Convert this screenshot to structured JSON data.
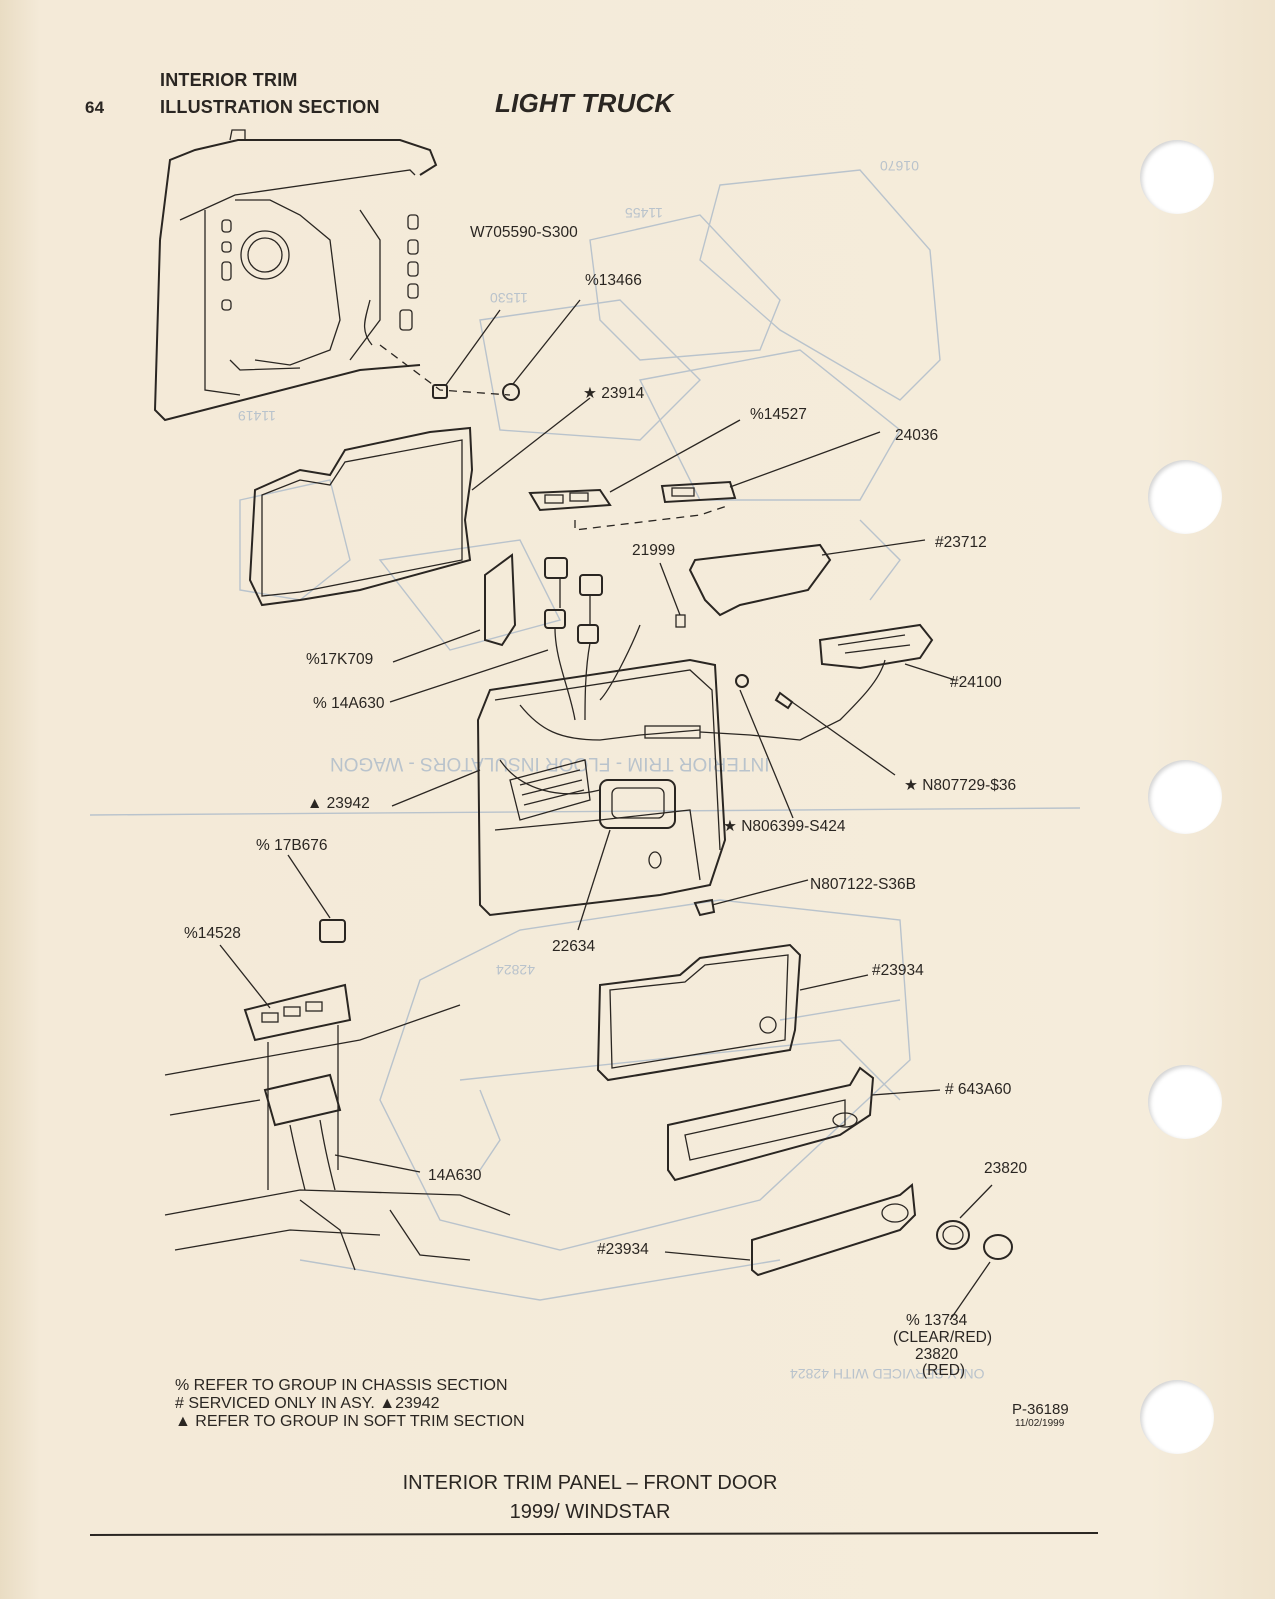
{
  "header": {
    "page_number": "64",
    "section_line1": "INTERIOR TRIM",
    "section_line2": "ILLUSTRATION SECTION",
    "vehicle_class": "LIGHT TRUCK"
  },
  "part_labels": {
    "w705590": "W705590-S300",
    "p13466": "%13466",
    "s23914": "★ 23914",
    "p14527": "%14527",
    "n24036": "24036",
    "h23712": "#23712",
    "n21999": "21999",
    "p17k709": "%17K709",
    "p14a630": "% 14A630",
    "h24100": "#24100",
    "s_n807729": "★ N807729-$36",
    "t23942": "▲ 23942",
    "s_n806399": "★ N806399-S424",
    "p17b676": "% 17B676",
    "n807122": "N807122-S36B",
    "p14528": "%14528",
    "n22634": "22634",
    "h23934_a": "#23934",
    "h643a60": "# 643A60",
    "n14a630": "14A630",
    "n23820": "23820",
    "h23934_b": "#23934",
    "p13734": "% 13734",
    "clear_red": "(CLEAR/RED)",
    "n23820b": "23820",
    "red": "(RED)"
  },
  "legend": {
    "line1": "% REFER TO GROUP IN CHASSIS SECTION",
    "line2": "# SERVICED ONLY IN ASY. ▲23942",
    "line3": "▲ REFER TO GROUP IN SOFT TRIM SECTION"
  },
  "drawing_ref": {
    "code": "P-36189",
    "date": "11/02/1999"
  },
  "ghost_text": {
    "g01670": "01670",
    "g11455": "11455",
    "g11530": "11530",
    "g11419": "11419",
    "g_wagon": "INTERIOR TRIM - FLOOR INSULATORS - WAGON",
    "g42824": "42824",
    "g_only": "ONLY SERVICED WITH 42824"
  },
  "caption": {
    "line1": "INTERIOR TRIM PANEL – FRONT DOOR",
    "line2": "1999/ WINDSTAR"
  },
  "colors": {
    "paper": "#f3e9d6",
    "ink": "#2a2622",
    "bleed_through": "#b9c3cc"
  }
}
